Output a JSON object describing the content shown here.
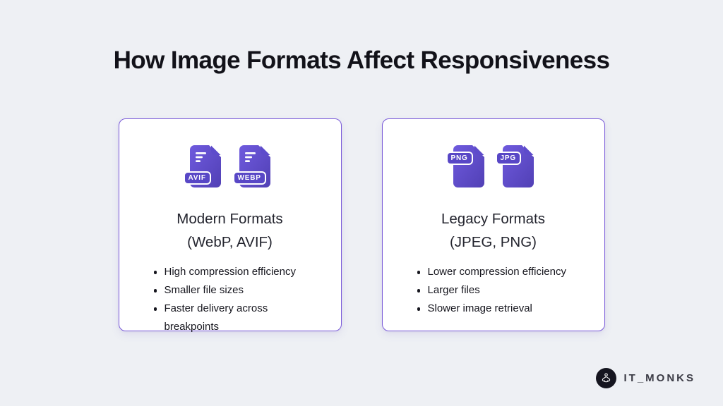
{
  "page": {
    "title": "How Image Formats Affect Responsiveness"
  },
  "cards": [
    {
      "name": "Modern Formats",
      "subtitle": "(WebP, AVIF)",
      "icons": [
        {
          "label": "AVIF"
        },
        {
          "label": "WEBP"
        }
      ],
      "bullets": [
        "High compression efficiency",
        "Smaller file sizes",
        "Faster delivery across breakpoints"
      ]
    },
    {
      "name": "Legacy Formats",
      "subtitle": "(JPEG, PNG)",
      "icons": [
        {
          "label": "PNG"
        },
        {
          "label": "JPG"
        }
      ],
      "bullets": [
        "Lower compression efficiency",
        "Larger files",
        "Slower image retrieval"
      ]
    }
  ],
  "footer": {
    "brand": "IT_MONKS"
  },
  "colors": {
    "background": "#eef0f4",
    "card_background": "#ffffff",
    "card_border": "#7b5cd9",
    "icon_purple_light": "#6f5ade",
    "icon_purple_dark": "#5140b5",
    "badge_fill": "#5847c6",
    "title_text": "#121219",
    "body_text": "#16161e",
    "logo_circle": "#15151f"
  }
}
